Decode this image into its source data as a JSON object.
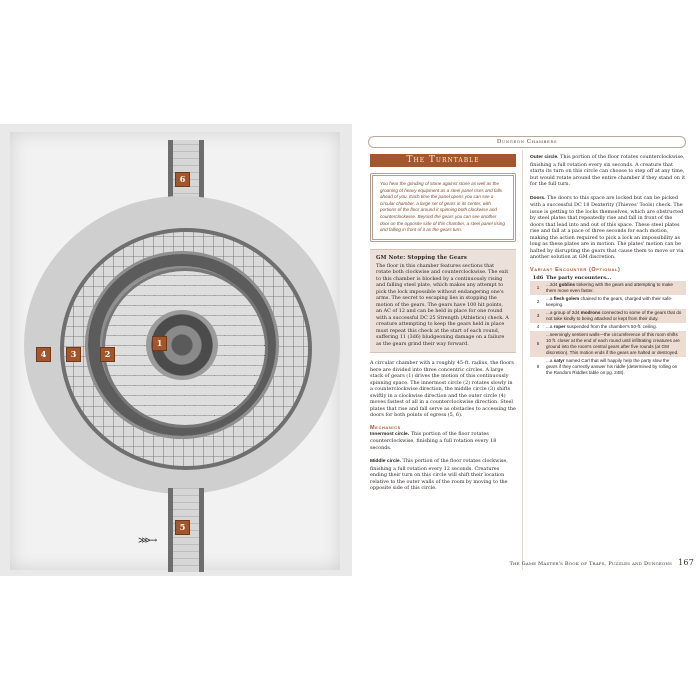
{
  "map": {
    "markers": [
      {
        "id": "1",
        "label": "1"
      },
      {
        "id": "2",
        "label": "2"
      },
      {
        "id": "3",
        "label": "3"
      },
      {
        "id": "4",
        "label": "4"
      },
      {
        "id": "5",
        "label": "5"
      },
      {
        "id": "6",
        "label": "6"
      }
    ],
    "entry_arrow": "⋙→",
    "marker_color": "#a3552c"
  },
  "page": {
    "running_head": "Dungeon Chambers",
    "title": "The Turntable",
    "read_aloud": "You hear the grinding of stone against stone as well as the groaning of heavy equipment as a steel panel rises and falls ahead of you. Each time the panel opens you can see a circular chamber, a large set of gears in its center, with portions of the floor around it spinning both clockwise and counterclockwise. Beyond the gears you can see another door on the opposite side of this chamber, a steel panel rising and falling in front of it as the gears turn.",
    "gm_note": {
      "title": "GM Note: Stopping the Gears",
      "body": "The floor in this chamber features sections that rotate both clockwise and counterclockwise. The exit to this chamber is blocked by a continuously rising and falling steel plate, which makes any attempt to pick the lock impossible without endangering one's arms. The secret to escaping lies in stopping the motion of the gears. The gears have 100 hit points, an AC of 12 and can be held in place for one round with a successful DC 25 Strength (Athletics) check. A creature attempting to keep the gears held in place must repeat this check at the start of each round, suffering 11 (3d6) bludgeoning damage on a failure as the gears grind their way forward."
    },
    "description": "A circular chamber with a roughly 45-ft. radius, the floors here are divided into three concentric circles. A large stack of gears (1) drives the motion of this continuously spinning space. The innermost circle (2) rotates slowly in a counterclockwise direction, the middle circle (3) shifts swiftly in a clockwise direction and the outer circle (4) moves fastest of all in a counterclockwise direction. Steel plates that rise and fall serve as obstacles to accessing the doors for both points of egress (5, 6).",
    "mechanics_heading": "Mechanics",
    "mechanics": [
      {
        "lead": "Innermost circle.",
        "text": " This portion of the floor rotates counterclockwise, finishing a full rotation every 18 seconds."
      },
      {
        "lead": "Middle circle.",
        "text": " This portion of the floor rotates clockwise, finishing a full rotation every 12 seconds. Creatures ending their turn on this circle will shift their location relative to the outer walls of the room by moving to the opposite side of this circle."
      },
      {
        "lead": "Outer circle.",
        "text": " This portion of the floor rotates counterclockwise, finishing a full rotation every six seconds. A creature that starts its turn on this circle can choose to step off at any time, but would rotate around the entire chamber if they stand on it for the full turn."
      },
      {
        "lead": "Doors.",
        "text": " The doors to this space are locked but can be picked with a successful DC 18 Dexterity (Thieves' Tools) check. The issue is getting to the locks themselves, which are obstructed by steel plates that repeatedly rise and fall in front of the doors that lead into and out of this space. These steel plates rise and fall at a pace of three seconds for each motion, making the action required to pick a lock an impossibility as long as these plates are in motion. The plates' motion can be halted by disrupting the gears that cause them to move or via another solution at GM discretion."
      }
    ],
    "variant": {
      "heading": "Variant Encounter (Optional)",
      "col_die": "1d6",
      "col_text": "The party encounters...",
      "rows": [
        {
          "roll": "1",
          "pre": "...2d4 ",
          "bold": "goblins",
          "post": " tinkering with the gears and attempting to make them move even faster."
        },
        {
          "roll": "2",
          "pre": "...a ",
          "bold": "flesh golem",
          "post": " chained to the gears, charged with their safe-keeping."
        },
        {
          "roll": "3",
          "pre": "...a group of 2d4 ",
          "bold": "modrons",
          "post": " connected to some of the gears that do not take kindly to being attacked or kept from their duty."
        },
        {
          "roll": "4",
          "pre": "...a ",
          "bold": "roper",
          "post": " suspended from the chamber's 50-ft. ceiling."
        },
        {
          "roll": "5",
          "pre": "...seemingly sentient walls—the circumference of this room shifts 10 ft. closer at the end of each round until infiltrating creatures are ground into the room's central gears after five rounds (at GM discretion). This motion ends if the gears are halted or destroyed.",
          "bold": "",
          "post": ""
        },
        {
          "roll": "6",
          "pre": "...a ",
          "bold": "satyr",
          "post": " named Carl that will happily help the party slow the gears if they correctly answer his riddle (determined by rolling on the Random Riddles table on pg. 248)."
        }
      ]
    },
    "footer": "The Game Master's Book of Traps, Puzzles and Dungeons",
    "page_number": "167",
    "accent_color": "#a2572e"
  }
}
